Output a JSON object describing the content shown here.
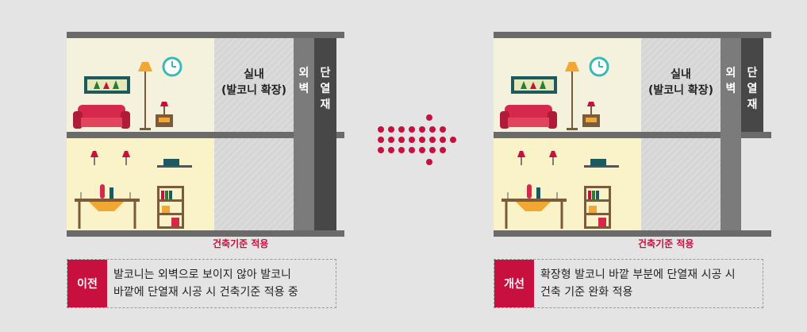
{
  "colors": {
    "background": "#e4e4e4",
    "accent": "#c8103e",
    "floor_slab": "#6a6a6a",
    "upper_room": "#f4f1dc",
    "lower_room": "#faf3c8",
    "balcony": "#d6d6d6",
    "outer_wall": "#7b7b7b",
    "insulation": "#474747"
  },
  "icons": [
    "clock-icon",
    "lamp-icon",
    "sofa-icon",
    "painting-icon",
    "table-icon",
    "bookshelf-icon",
    "wall-lamp-icon",
    "arrow-dots-icon"
  ],
  "before": {
    "interior_label": [
      "실내",
      "(발코니 확장)"
    ],
    "wall_label": [
      "외",
      "벽"
    ],
    "insulation_label": [
      "단",
      "열",
      "재"
    ],
    "dimension_label": "건축기준 적용",
    "badge": "이전",
    "note_lines": [
      "발코니는 외벽으로 보이지 않아 발코니",
      "바깥에 단열재 시공 시 건축기준 적용 중"
    ]
  },
  "after": {
    "interior_label": [
      "실내",
      "(발코니 확장)"
    ],
    "wall_label": [
      "외",
      "벽"
    ],
    "insulation_label": [
      "단",
      "열",
      "재"
    ],
    "dimension_label": "건축기준 적용",
    "badge": "개선",
    "note_lines": [
      "확장형 발코니 바깥 부분에 단열재 시공 시",
      "건축 기준 완화 적용"
    ]
  }
}
